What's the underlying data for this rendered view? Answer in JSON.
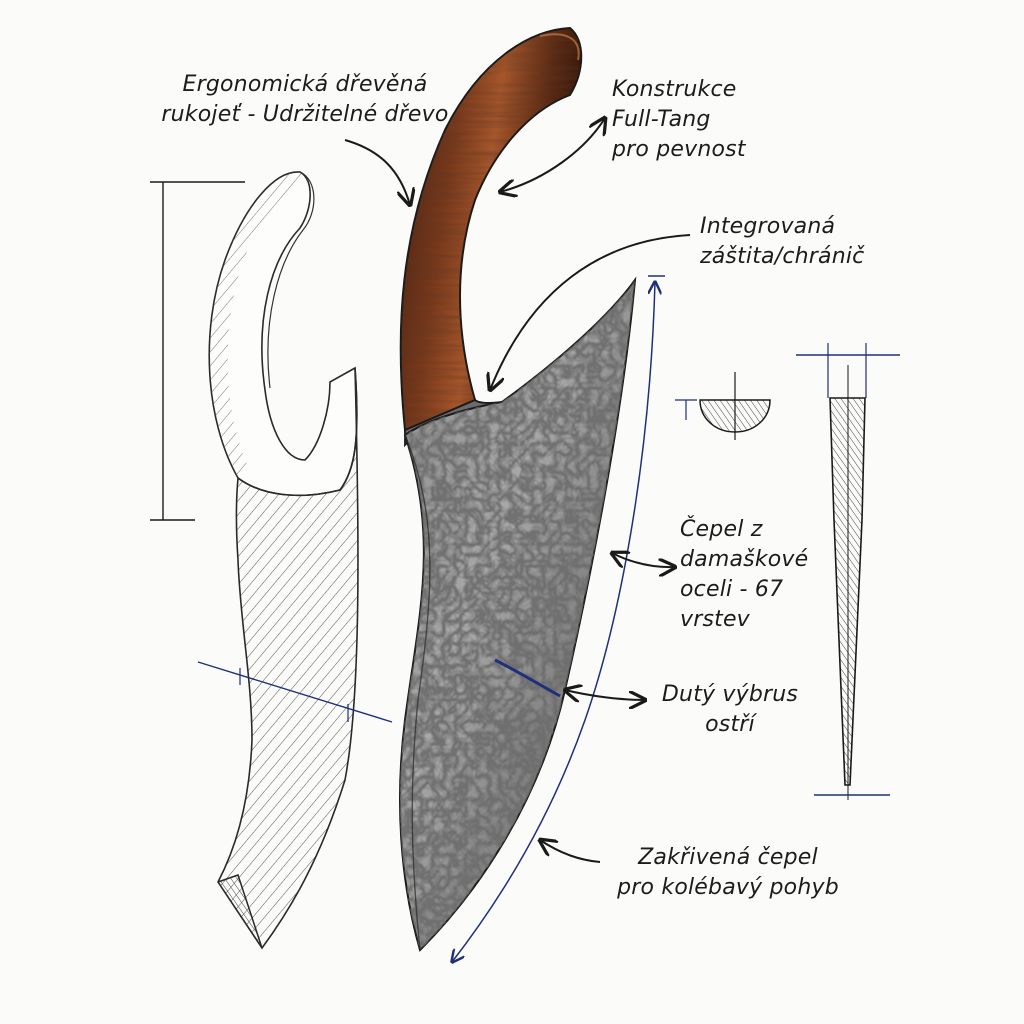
{
  "annotations": {
    "handle": {
      "lines": [
        "Ergonomická dřevěná",
        "rukojeť - Udržitelné dřevo"
      ]
    },
    "tang": {
      "lines": [
        "Konstrukce",
        "Full-Tang",
        "pro pevnost"
      ]
    },
    "bolster": {
      "lines": [
        "Integrovaná",
        "záštita/chránič"
      ]
    },
    "blade_steel": {
      "lines": [
        "Čepel z",
        "damaškové",
        "oceli - 67",
        "vrstev"
      ]
    },
    "grind": {
      "lines": [
        "Dutý výbrus",
        "ostří"
      ]
    },
    "curve": {
      "lines": [
        "Zakřivená čepel",
        "pro kolébavý pohyb"
      ]
    }
  },
  "colors": {
    "ink": "#1a1a1a",
    "pencil": "#444444",
    "dimension_blue": "#1f2f7a",
    "wood_dark": "#3e1d10",
    "wood_mid": "#7a3a1c",
    "wood_light": "#a5562b",
    "steel_dark": "#4a4a4a",
    "steel_light": "#bfbfbf"
  }
}
